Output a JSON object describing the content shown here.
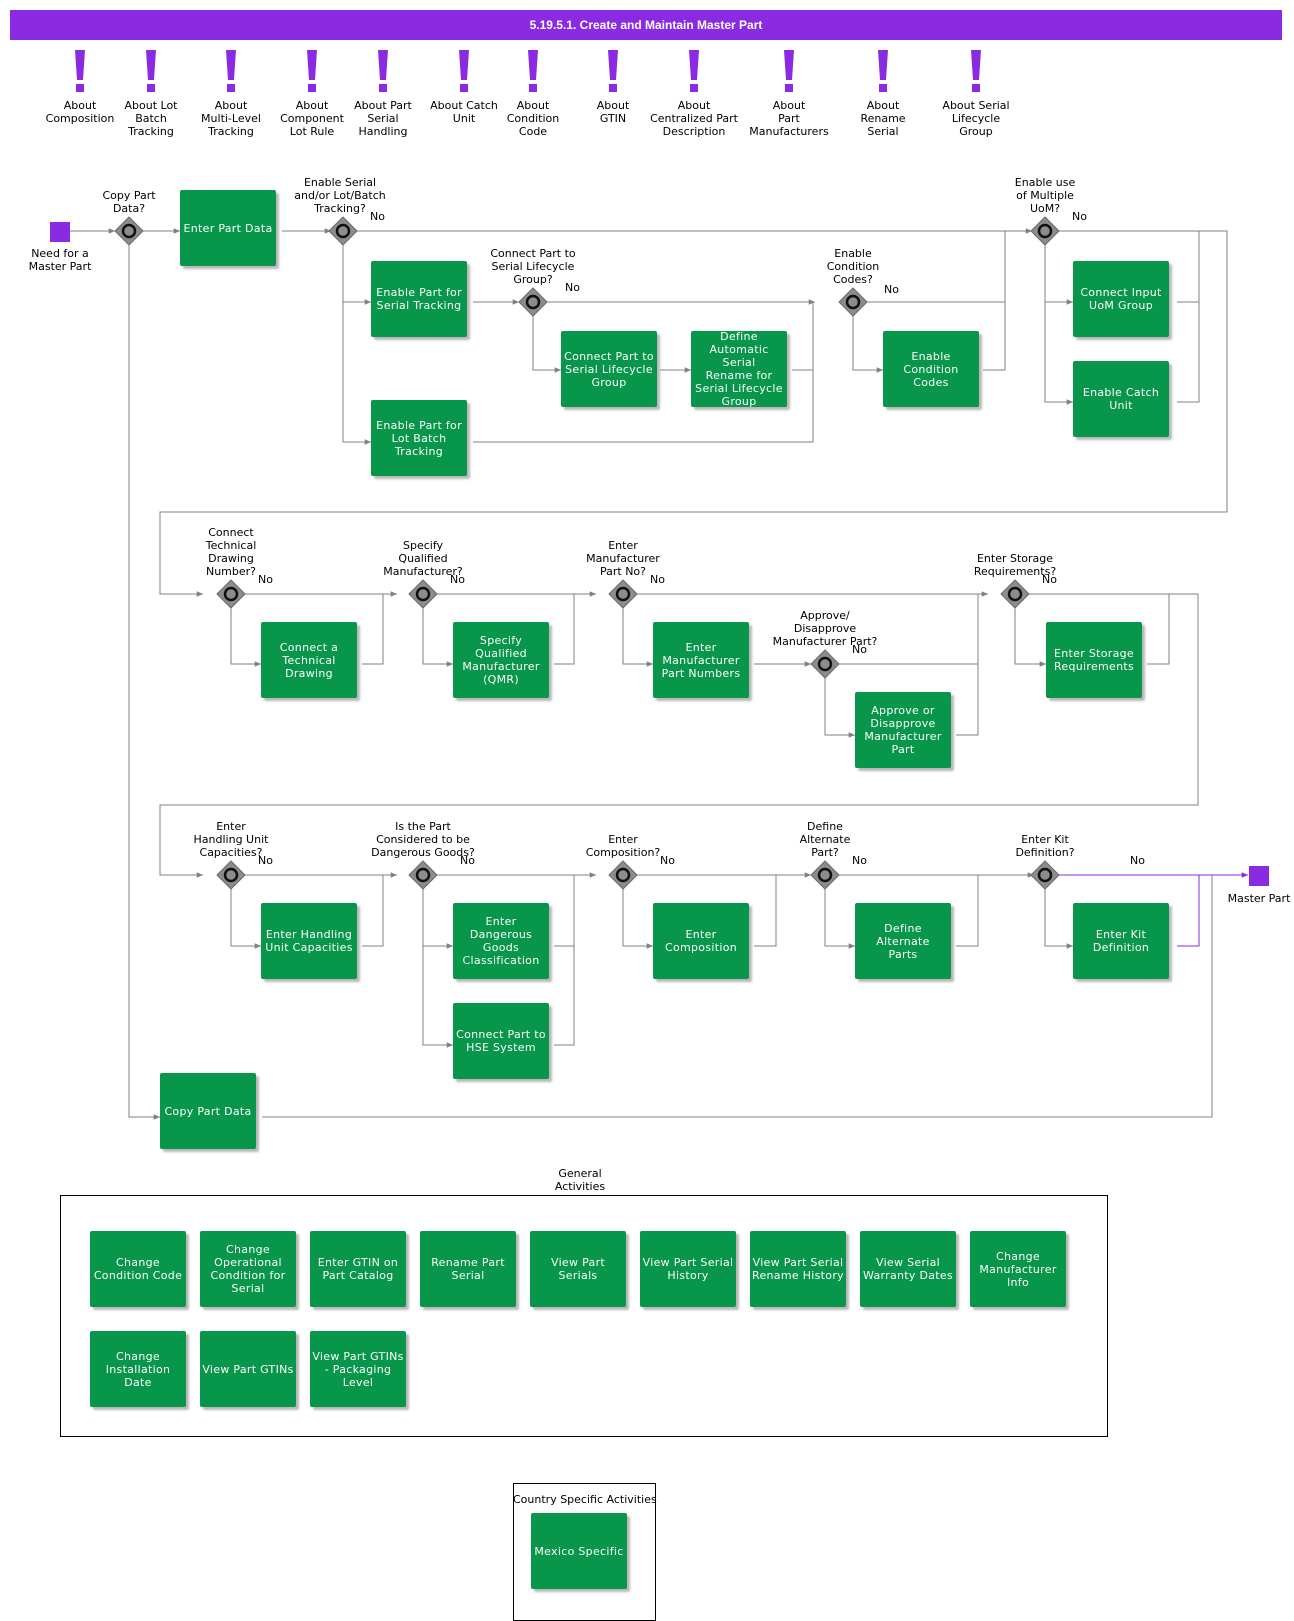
{
  "title": "5.19.5.1. Create and Maintain Master Part",
  "colors": {
    "header": "#8a2be2",
    "activity": "#08974a",
    "event": "#8a2be2",
    "gateway": "#8c8c8c",
    "flow": "#808080",
    "end_flow": "#8a2be2"
  },
  "about_notes": [
    "About\nComposition",
    "About Lot\nBatch\nTracking",
    "About\nMulti-Level\nTracking",
    "About\nComponent\nLot Rule",
    "About Part\nSerial\nHandling",
    "About Catch\nUnit",
    "About\nCondition\nCode",
    "About\nGTIN",
    "About\nCentralized Part\nDescription",
    "About\nPart\nManufacturers",
    "About\nRename\nSerial",
    "About Serial\nLifecycle\nGroup"
  ],
  "events": {
    "start": "Need for a\nMaster Part",
    "end": "Master Part"
  },
  "gateways": {
    "copy_part_data": "Copy Part\nData?",
    "enable_serial_lot": "Enable Serial\nand/or Lot/Batch\nTracking?",
    "connect_serial_lifecycle": "Connect Part to\nSerial Lifecycle\nGroup?",
    "enable_condition_codes": "Enable\nCondition\nCodes?",
    "enable_multiple_uom": "Enable use\nof Multiple\nUoM?",
    "connect_technical_drawing": "Connect\nTechnical\nDrawing\nNumber?",
    "specify_qualified_manufacturer": "Specify\nQualified\nManufacturer?",
    "enter_manufacturer_part_no": "Enter\nManufacturer\nPart No?",
    "approve_disapprove": "Approve/\nDisapprove\nManufacturer Part?",
    "enter_storage": "Enter Storage\nRequirements?",
    "enter_handling_unit": "Enter\nHandling Unit\nCapacities?",
    "dangerous_goods": "Is the Part\nConsidered to be\nDangerous Goods?",
    "enter_composition": "Enter\nComposition?",
    "define_alternate": "Define\nAlternate\nPart?",
    "enter_kit": "Enter Kit\nDefinition?"
  },
  "no_label": "No",
  "activities": {
    "enter_part_data": "Enter Part Data",
    "enable_serial_tracking": "Enable Part for\nSerial Tracking",
    "enable_lot_batch": "Enable Part for\nLot Batch\nTracking",
    "connect_serial_lifecycle_group": "Connect Part to\nSerial Lifecycle\nGroup",
    "define_auto_serial_rename": "Define\nAutomatic Serial\nRename for\nSerial Lifecycle\nGroup",
    "enable_condition_codes": "Enable Condition\nCodes",
    "connect_input_uom": "Connect Input\nUoM Group",
    "enable_catch_unit": "Enable Catch\nUnit",
    "connect_technical_drawing": "Connect a\nTechnical\nDrawing",
    "specify_qmr": "Specify Qualified\nManufacturer\n(QMR)",
    "enter_manufacturer_part_numbers": "Enter\nManufacturer\nPart Numbers",
    "approve_manufacturer_part": "Approve or\nDisapprove\nManufacturer\nPart",
    "enter_storage_requirements": "Enter Storage\nRequirements",
    "enter_handling_unit_capacities": "Enter Handling\nUnit Capacities",
    "enter_dangerous_goods": "Enter Dangerous\nGoods\nClassification",
    "connect_hse": "Connect Part to\nHSE System",
    "enter_composition": "Enter\nComposition",
    "define_alternate_parts": "Define Alternate\nParts",
    "enter_kit_definition": "Enter Kit\nDefinition",
    "copy_part_data": "Copy Part Data"
  },
  "general_activities": {
    "title": "General\nActivities",
    "items": [
      "Change\nCondition Code",
      "Change\nOperational\nCondition for\nSerial",
      "Enter GTIN on\nPart Catalog",
      "Rename Part\nSerial",
      "View Part\nSerials",
      "View Part Serial\nHistory",
      "View Part Serial\nRename History",
      "View Serial\nWarranty Dates",
      "Change\nManufacturer\nInfo",
      "Change\nInstallation Date",
      "View Part GTINs",
      "View Part GTINs\n- Packaging\nLevel"
    ]
  },
  "country_activities": {
    "title": "Country Specific Activities",
    "items": [
      "Mexico Specific"
    ]
  }
}
